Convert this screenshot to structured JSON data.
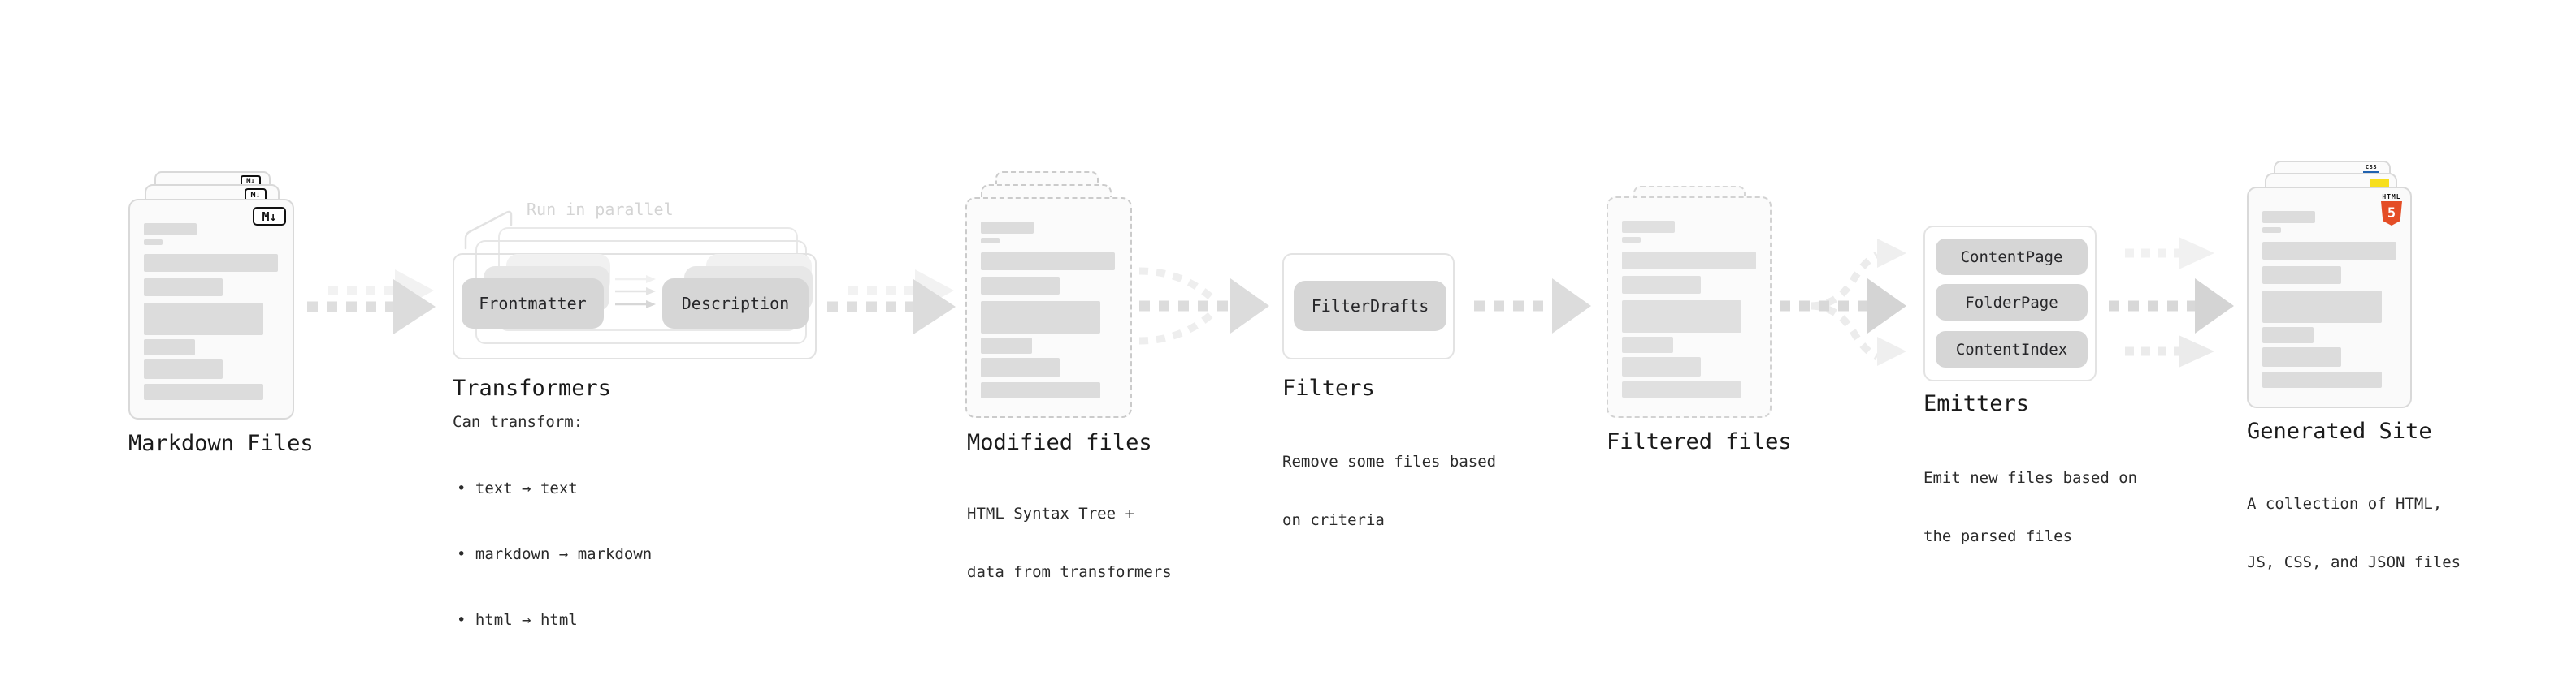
{
  "stages": {
    "markdown_files": {
      "label": "Markdown Files",
      "badge": "M↓"
    },
    "transformers": {
      "note": "Run in parallel",
      "input_pill": "Frontmatter",
      "output_pill": "Description",
      "label": "Transformers",
      "desc_heading": "Can transform:",
      "bullets": [
        "• text → text",
        "• markdown → markdown",
        "• html → html"
      ]
    },
    "modified_files": {
      "label": "Modified files",
      "desc_line1": "HTML Syntax Tree +",
      "desc_line2": "data from transformers"
    },
    "filters": {
      "label": "Filters",
      "pill": "FilterDrafts",
      "desc_line1": "Remove some files based",
      "desc_line2": "on criteria"
    },
    "filtered_files": {
      "label": "Filtered files"
    },
    "emitters": {
      "label": "Emitters",
      "pills": [
        "ContentPage",
        "FolderPage",
        "ContentIndex"
      ],
      "desc_line1": "Emit new files based on",
      "desc_line2": "the parsed files"
    },
    "generated_site": {
      "label": "Generated Site",
      "desc_line1": "A collection of HTML,",
      "desc_line2": "JS, CSS, and JSON files",
      "css_badge": "CSS",
      "html_logo_top": "HTML",
      "html_logo_number": "5"
    }
  },
  "colors": {
    "html5_orange": "#e44d26",
    "js_yellow": "#f7df1e",
    "css_blue": "#2062af"
  }
}
